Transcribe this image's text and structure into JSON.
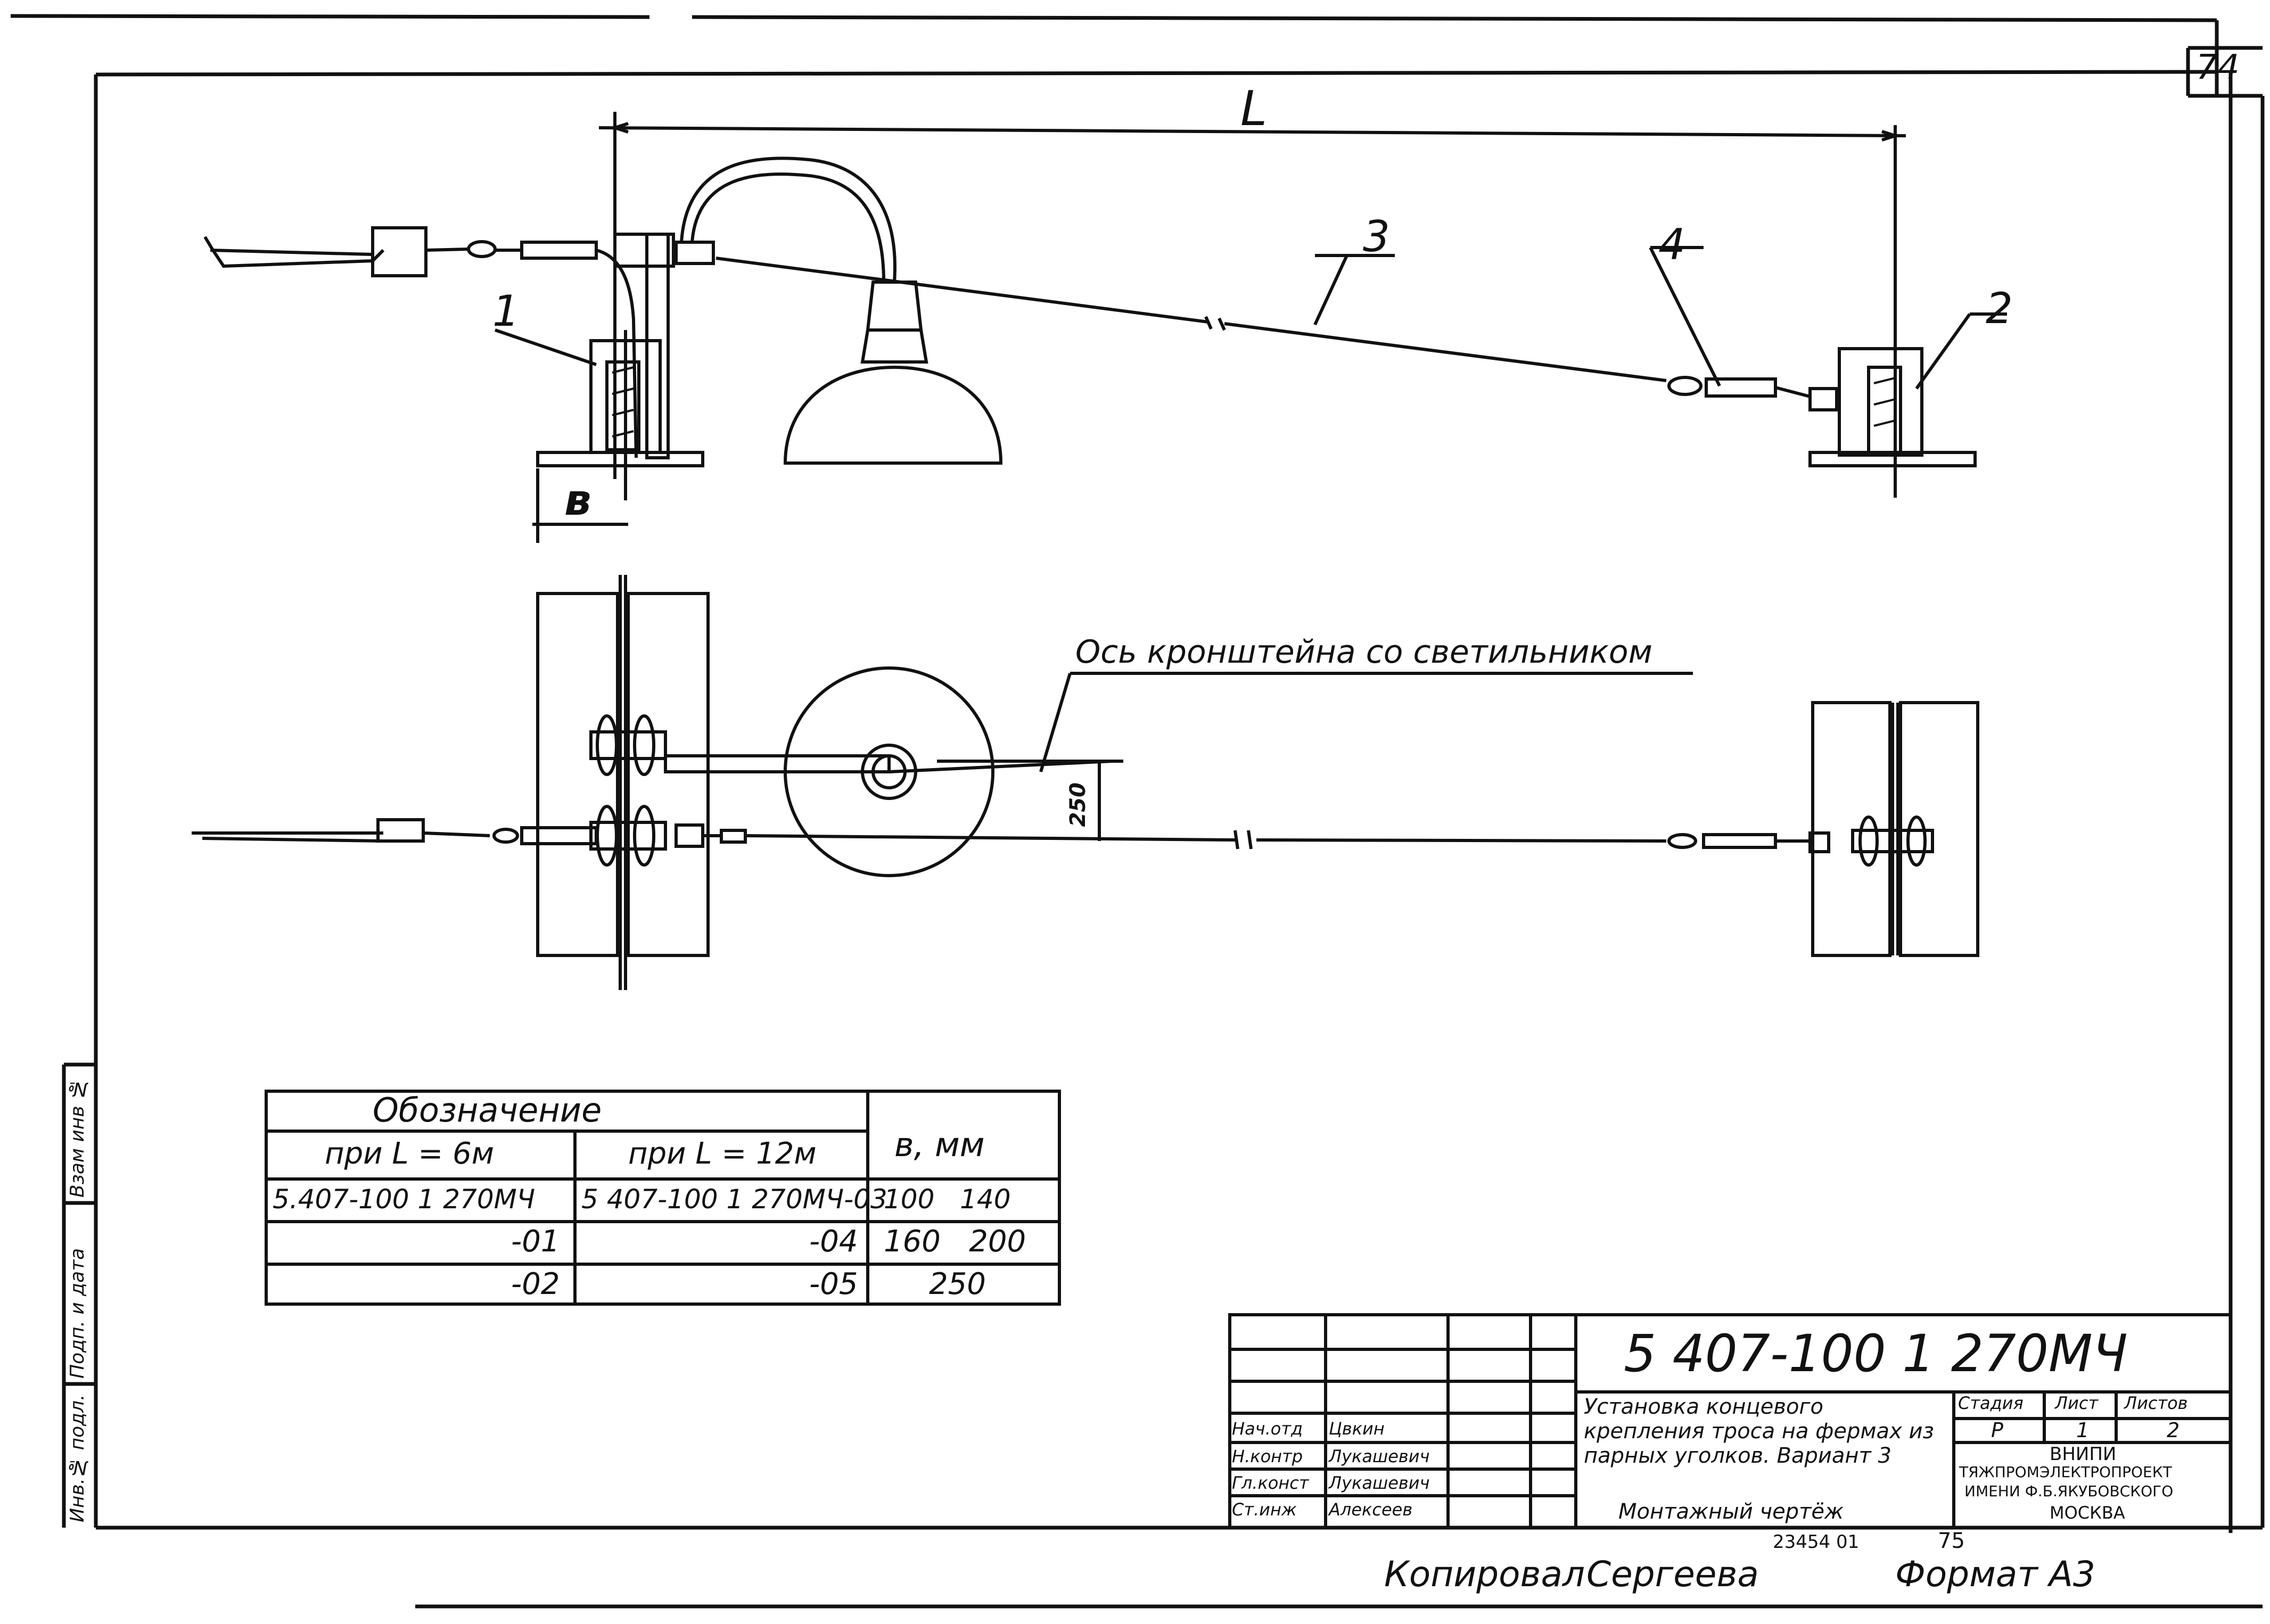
{
  "sheet": {
    "page_number": "74",
    "footer_copied": "Копировал",
    "footer_copier": "Сергеева",
    "footer_format": "Формат А3",
    "archive_number": "23454 01",
    "archive_page": "75"
  },
  "side_strip": [
    "Взам инв №",
    "Подп. и дата",
    "Инв.№ подл."
  ],
  "drawing": {
    "dim_L": "L",
    "dim_b": "в",
    "dim_250": "250",
    "callouts": [
      "1",
      "2",
      "3",
      "4"
    ],
    "axis_note": "Ось кронштейна со светильником"
  },
  "table": {
    "header_main": "Обозначение",
    "header_b": "в, мм",
    "col_6m": "при L = 6м",
    "col_12m": "при L = 12м",
    "rows": [
      {
        "d6": "5.407-100 1 270МЧ",
        "d12": "5 407-100 1 270МЧ-03",
        "b": "100   140"
      },
      {
        "d6": "-01",
        "d12": "-04",
        "b": "160   200"
      },
      {
        "d6": "-02",
        "d12": "-05",
        "b": "250"
      }
    ]
  },
  "title_block": {
    "doc_code": "5 407-100 1 270МЧ",
    "title": "Установка концевого крепления троса на фермах из парных уголков. Вариант 3",
    "subtitle": "Монтажный чертёж",
    "stage_label": "Стадия",
    "stage": "Р",
    "sheet_label": "Лист",
    "sheet": "1",
    "sheets_label": "Листов",
    "sheets": "2",
    "org_line1": "ВНИПИ",
    "org_line2": "ТЯЖПРОМЭЛЕКТРОПРОЕКТ",
    "org_line3": "ИМЕНИ Ф.Б.ЯКУБОВСКОГО",
    "org_line4": "МОСКВА",
    "roles": [
      {
        "role": "Нач.отд",
        "name": "Цвкин"
      },
      {
        "role": "Н.контр",
        "name": "Лукашевич"
      },
      {
        "role": "Гл.конст",
        "name": "Лукашевич"
      },
      {
        "role": "Ст.инж",
        "name": "Алексеев"
      }
    ]
  }
}
